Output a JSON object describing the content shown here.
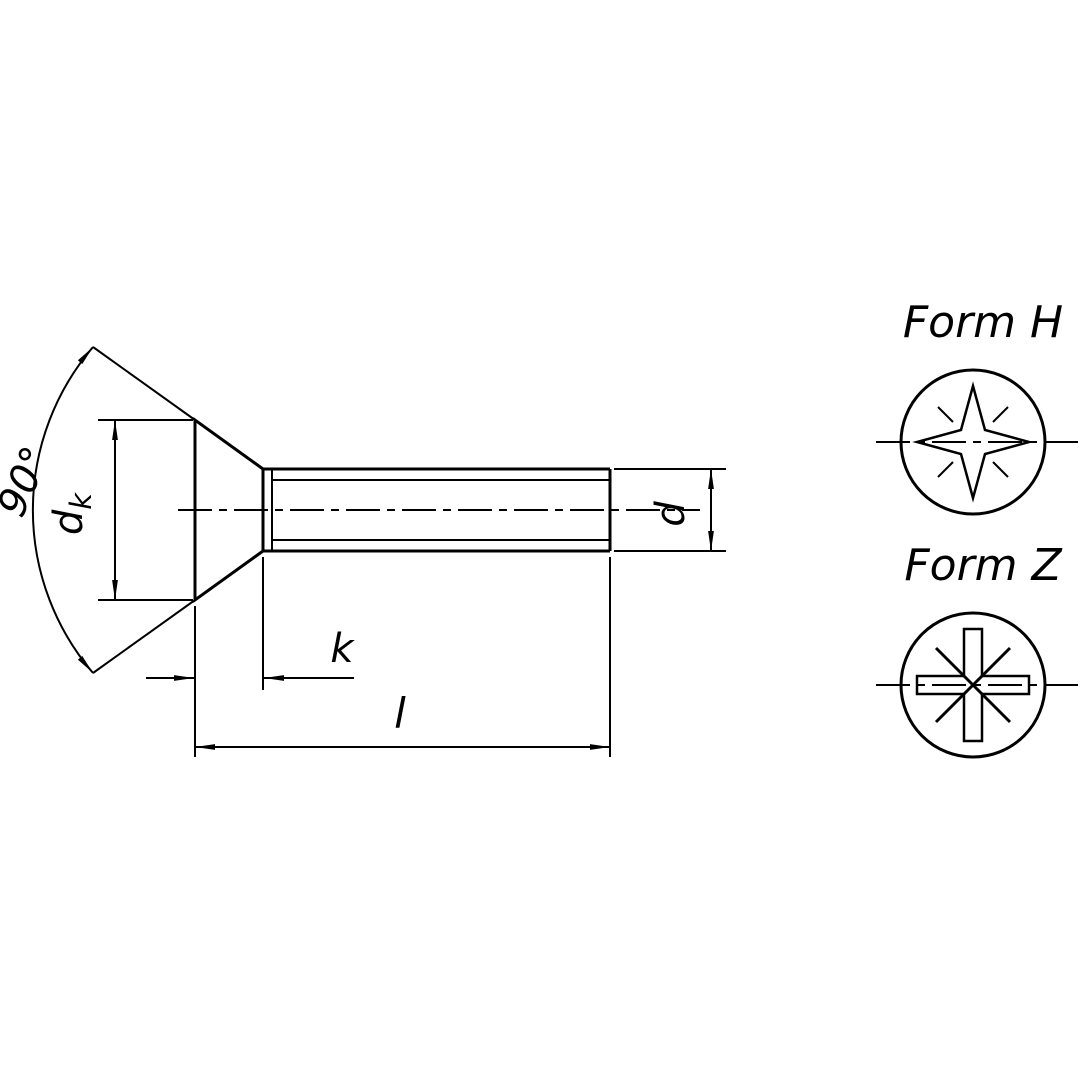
{
  "drawing": {
    "colors": {
      "line": "#000000",
      "background": "#ffffff"
    },
    "side_view": {
      "angle_label": "90°",
      "head_diameter": {
        "base": "d",
        "sub": "k"
      },
      "head_height_label": "k",
      "length_label": "l",
      "shank_diameter_label": "d"
    },
    "recess_views": [
      {
        "label": "Form H",
        "type": "phillips-cross-recess"
      },
      {
        "label": "Form Z",
        "type": "pozidriv-cross-recess"
      }
    ]
  }
}
